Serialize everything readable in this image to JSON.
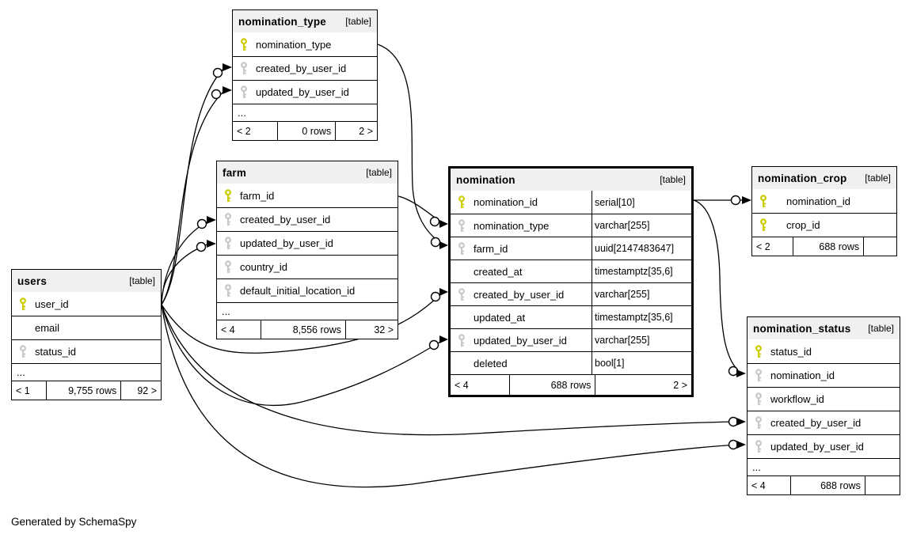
{
  "diagram": {
    "note": "Generated by SchemaSpy"
  },
  "colors": {
    "primary_key": "#cccc00",
    "foreign_key": "#c8c8c8",
    "header_bg": "#f0f0f0",
    "wire": "#000000"
  },
  "tables": {
    "nomination_type": {
      "name": "nomination_type",
      "tag": "[table]",
      "ellipsis": "...",
      "columns": [
        {
          "name": "nomination_type",
          "key": "primary"
        },
        {
          "name": "created_by_user_id",
          "key": "foreign"
        },
        {
          "name": "updated_by_user_id",
          "key": "foreign"
        }
      ],
      "footer": {
        "parents": "< 2",
        "rows": "0 rows",
        "children": "2 >"
      }
    },
    "farm": {
      "name": "farm",
      "tag": "[table]",
      "ellipsis": "...",
      "columns": [
        {
          "name": "farm_id",
          "key": "primary"
        },
        {
          "name": "created_by_user_id",
          "key": "foreign"
        },
        {
          "name": "updated_by_user_id",
          "key": "foreign"
        },
        {
          "name": "country_id",
          "key": "foreign"
        },
        {
          "name": "default_initial_location_id",
          "key": "foreign"
        }
      ],
      "footer": {
        "parents": "< 4",
        "rows": "8,556 rows",
        "children": "32 >"
      }
    },
    "users": {
      "name": "users",
      "tag": "[table]",
      "ellipsis": "...",
      "columns": [
        {
          "name": "user_id",
          "key": "primary"
        },
        {
          "name": "email",
          "key": "none"
        },
        {
          "name": "status_id",
          "key": "foreign"
        }
      ],
      "footer": {
        "parents": "< 1",
        "rows": "9,755 rows",
        "children": "92 >"
      }
    },
    "nomination": {
      "name": "nomination",
      "tag": "[table]",
      "columns": [
        {
          "name": "nomination_id",
          "type": "serial[10]",
          "key": "primary"
        },
        {
          "name": "nomination_type",
          "type": "varchar[255]",
          "key": "foreign"
        },
        {
          "name": "farm_id",
          "type": "uuid[2147483647]",
          "key": "foreign"
        },
        {
          "name": "created_at",
          "type": "timestamptz[35,6]",
          "key": "none"
        },
        {
          "name": "created_by_user_id",
          "type": "varchar[255]",
          "key": "foreign"
        },
        {
          "name": "updated_at",
          "type": "timestamptz[35,6]",
          "key": "none"
        },
        {
          "name": "updated_by_user_id",
          "type": "varchar[255]",
          "key": "foreign"
        },
        {
          "name": "deleted",
          "type": "bool[1]",
          "key": "none"
        }
      ],
      "footer": {
        "parents": "< 4",
        "rows": "688 rows",
        "children": "2 >"
      }
    },
    "nomination_crop": {
      "name": "nomination_crop",
      "tag": "[table]",
      "columns": [
        {
          "name": "nomination_id",
          "key": "primary"
        },
        {
          "name": "crop_id",
          "key": "primary"
        }
      ],
      "footer": {
        "parents": "< 2",
        "rows": "688 rows",
        "children": ""
      }
    },
    "nomination_status": {
      "name": "nomination_status",
      "tag": "[table]",
      "ellipsis": "...",
      "columns": [
        {
          "name": "status_id",
          "key": "primary"
        },
        {
          "name": "nomination_id",
          "key": "foreign"
        },
        {
          "name": "workflow_id",
          "key": "foreign"
        },
        {
          "name": "created_by_user_id",
          "key": "foreign"
        },
        {
          "name": "updated_by_user_id",
          "key": "foreign"
        }
      ],
      "footer": {
        "parents": "< 4",
        "rows": "688 rows",
        "children": ""
      }
    }
  },
  "relationships": [
    {
      "from": "users.user_id",
      "to": "nomination_type.created_by_user_id"
    },
    {
      "from": "users.user_id",
      "to": "nomination_type.updated_by_user_id"
    },
    {
      "from": "users.user_id",
      "to": "farm.created_by_user_id"
    },
    {
      "from": "users.user_id",
      "to": "farm.updated_by_user_id"
    },
    {
      "from": "farm.farm_id",
      "to": "nomination.farm_id"
    },
    {
      "from": "nomination_type.nomination_type",
      "to": "nomination.nomination_type"
    },
    {
      "from": "users.user_id",
      "to": "nomination.created_by_user_id"
    },
    {
      "from": "users.user_id",
      "to": "nomination.updated_by_user_id"
    },
    {
      "from": "nomination.nomination_id",
      "to": "nomination_crop.nomination_id"
    },
    {
      "from": "nomination.nomination_id",
      "to": "nomination_status.nomination_id"
    },
    {
      "from": "users.user_id",
      "to": "nomination_status.created_by_user_id"
    },
    {
      "from": "users.user_id",
      "to": "nomination_status.updated_by_user_id"
    }
  ]
}
